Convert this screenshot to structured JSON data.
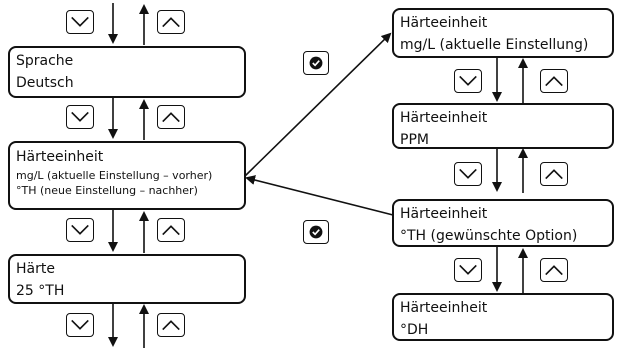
{
  "left_column": {
    "language": {
      "title": "Sprache",
      "value": "Deutsch"
    },
    "hardness_unit": {
      "title": "Härteeinheit",
      "current": "mg/L (aktuelle Einstellung – vorher)",
      "new": "°TH (neue Einstellung – nachher)"
    },
    "hardness": {
      "title": "Härte",
      "value": "25 °TH"
    }
  },
  "right_column": {
    "opt1": {
      "title": "Härteeinheit",
      "value": "mg/L (aktuelle Einstellung)"
    },
    "opt2": {
      "title": "Härteeinheit",
      "value": "PPM"
    },
    "opt3": {
      "title": "Härteeinheit",
      "value": "°TH (gewünschte Option)"
    },
    "opt4": {
      "title": "Härteeinheit",
      "value": "°DH"
    }
  },
  "icons": {
    "down": "chevron-down-icon",
    "up": "chevron-up-icon",
    "confirm": "check-circle-icon"
  }
}
